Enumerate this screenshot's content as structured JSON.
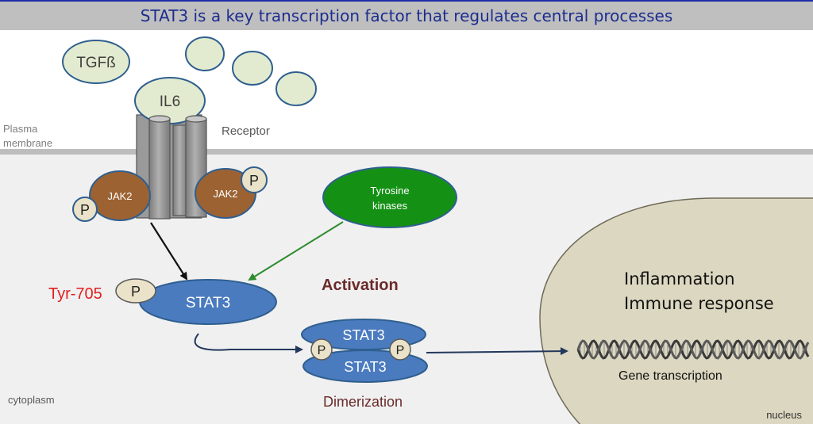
{
  "title": "STAT3 is a key transcription factor that regulates central processes",
  "labels": {
    "tgfb": "TGFß",
    "il6": "IL6",
    "receptor": "Receptor",
    "plasma_membrane_line1": "Plasma",
    "plasma_membrane_line2": "membrane",
    "jak2_left": "JAK2",
    "jak2_right": "JAK2",
    "phospho": "P",
    "tyrosine_kinases_line1": "Tyrosine",
    "tyrosine_kinases_line2": "kinases",
    "tyr705": "Tyr-705",
    "stat3": "STAT3",
    "activation": "Activation",
    "dimer_top": "STAT3",
    "dimer_bottom": "STAT3",
    "dimerization": "Dimerization",
    "inflammation": "Inflammation",
    "immune_response": "Immune response",
    "gene_transcription": "Gene transcription",
    "cytoplasm": "cytoplasm",
    "nucleus": "nucleus"
  },
  "colors": {
    "title_text": "#1c2d8f",
    "title_bar": "#bfbfbf",
    "cytoplasm_bg": "#f0f0f0",
    "membrane": "#bdbdbd",
    "ligand_fill": "#e2ebcf",
    "ligand_stroke": "#2f5f8f",
    "receptor": "#9a9a9a",
    "jak2": "#9c6232",
    "phospho_fill": "#eae3c9",
    "tyrosine_kinase": "#149114",
    "stat3": "#4a7bbf",
    "nucleus": "#dcd7c0",
    "tyr705": "#e02020",
    "activation": "#6b2a2a",
    "arrow_green": "#2e8b2e",
    "arrow_navy": "#22385c"
  }
}
